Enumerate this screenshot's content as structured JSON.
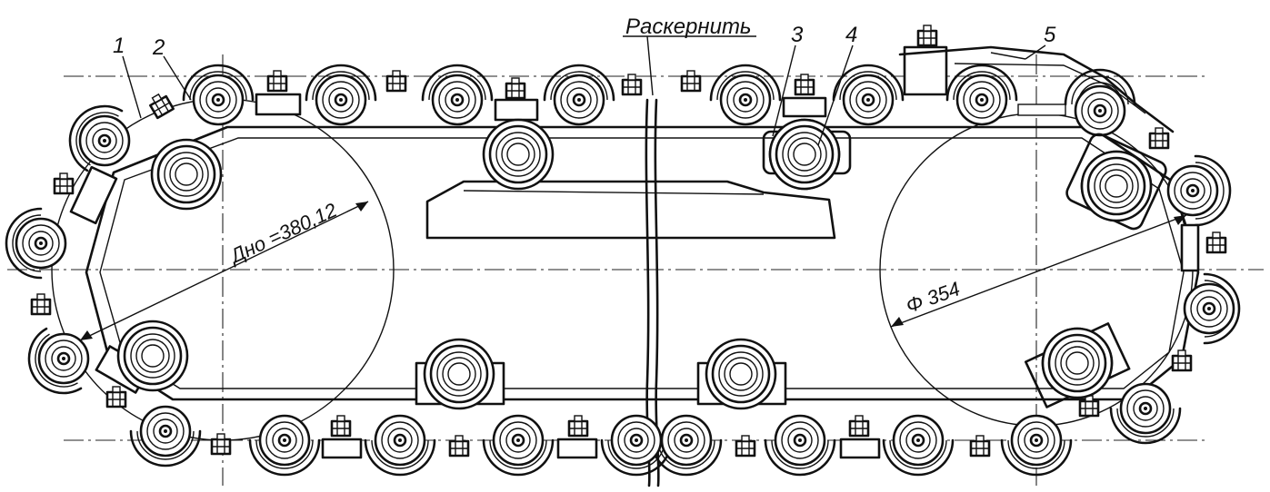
{
  "labels": {
    "l1": "1",
    "l2": "2",
    "l3": "3",
    "l4": "4",
    "l5": "5",
    "unpunch": "Раскернить",
    "bottom_dim": "Дно =380,12",
    "dia": "Φ 354"
  },
  "colors": {
    "ink": "#111111",
    "paper": "#ffffff"
  }
}
